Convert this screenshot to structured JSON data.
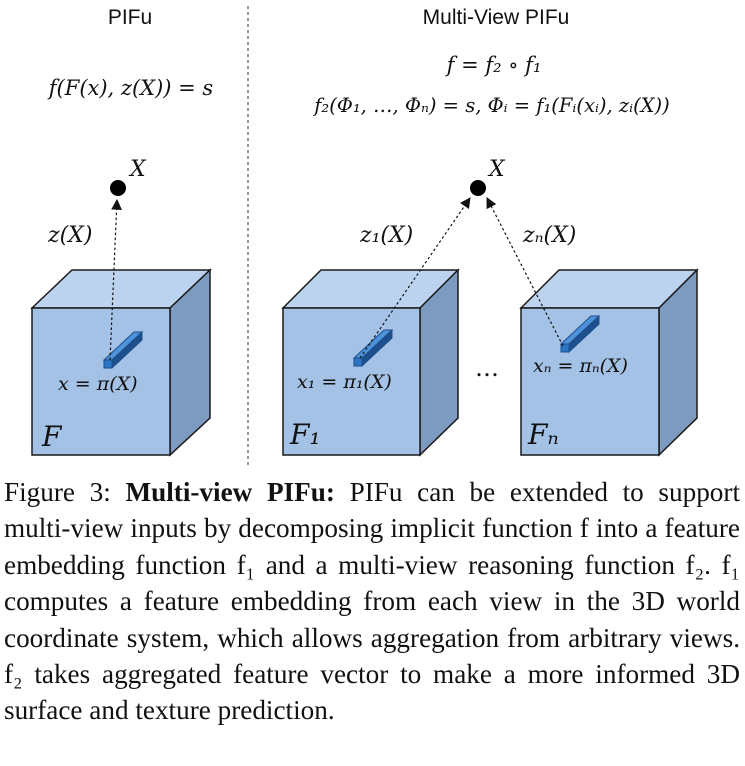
{
  "figure": {
    "left_title": "PIFu",
    "right_title": "Multi-View PIFu",
    "left_equation": {
      "lhs": "f(F(x), z(X)) = s"
    },
    "right_equation_1": "f = f₂ ∘ f₁",
    "right_equation_2": "f₂(Φ₁, …, Φₙ) = s,  Φᵢ = f₁(Fᵢ(xᵢ), zᵢ(X))",
    "point_labels": {
      "left": "X",
      "right": "X"
    },
    "depth_labels": {
      "left": "z(X)",
      "middle": "z₁(X)",
      "right": "zₙ(X)"
    },
    "projection_labels": {
      "left": "x = π(X)",
      "middle": "x₁ = π₁(X)",
      "right": "xₙ = πₙ(X)"
    },
    "volume_labels": {
      "left": "F",
      "middle": "F₁",
      "right": "Fₙ"
    },
    "ellipsis": "…",
    "colors": {
      "cube_front": "#a4c2e6",
      "cube_top": "#bcd3ef",
      "cube_side": "#7d9ac0",
      "cube_edge": "#1a1a1a",
      "feature_bar": "#2b74c4",
      "feature_bar_dark": "#1d4f8c"
    }
  },
  "caption": {
    "label": "Figure 3:",
    "bold_title": "Multi-view PIFu:",
    "text": "PIFu can be extended to support multi-view inputs by decomposing implicit function f into a feature embedding function f₁ and a multi-view reasoning function f₂. f₁ computes a feature embedding from each view in the 3D world coordinate system, which allows aggregation from arbitrary views. f₂ takes aggregated feature vector to make a more informed 3D surface and texture prediction."
  }
}
